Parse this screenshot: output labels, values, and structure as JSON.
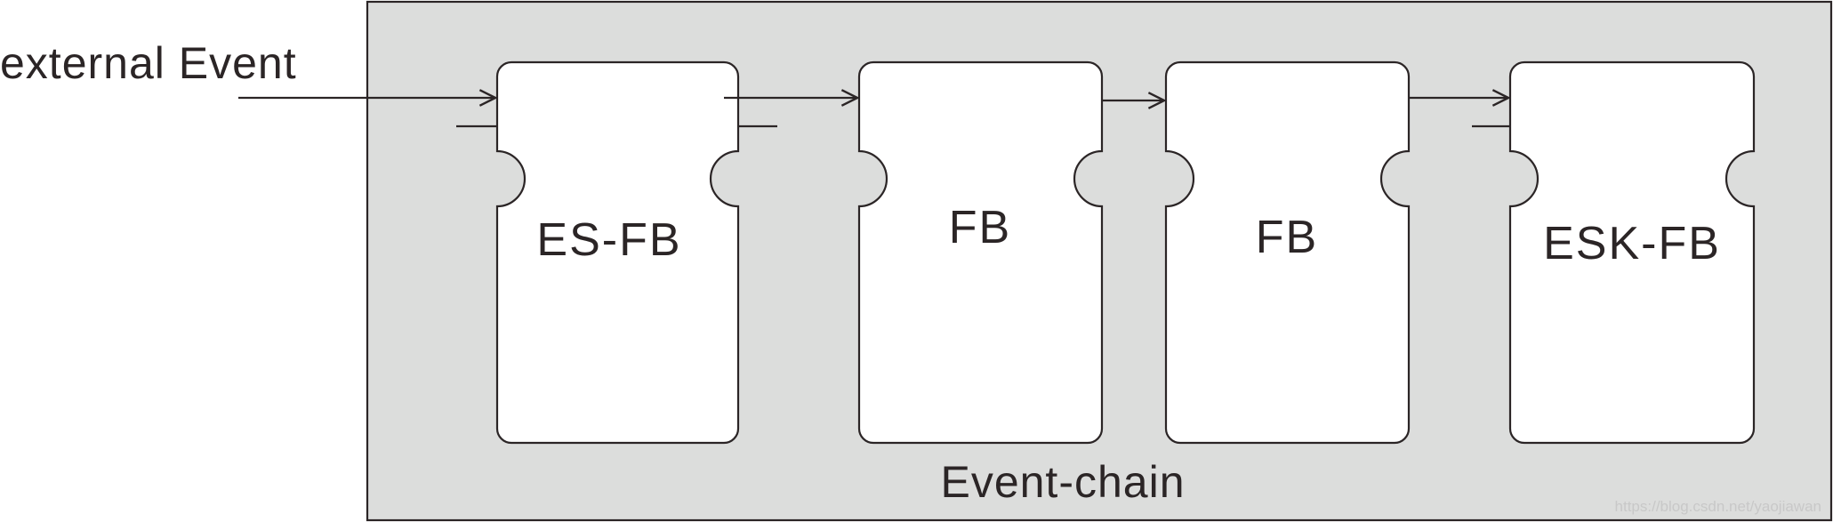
{
  "diagram": {
    "external_label": "external Event",
    "container_label": "Event-chain",
    "blocks": [
      {
        "label": "ES-FB"
      },
      {
        "label": "FB"
      },
      {
        "label": "FB"
      },
      {
        "label": "ESK-FB"
      }
    ],
    "watermark": "https://blog.csdn.net/yaojiawan"
  },
  "colors": {
    "container_fill": "#dcdddc",
    "block_fill": "#ffffff",
    "stroke": "#2b2526",
    "text": "#2b2526"
  }
}
